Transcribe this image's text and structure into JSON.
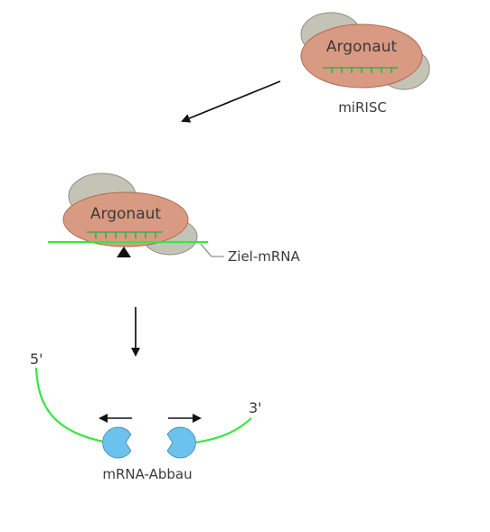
{
  "complex_top": {
    "protein": "Argonaut",
    "caption": "miRISC"
  },
  "complex_middle": {
    "protein": "Argonaut",
    "target_label": "Ziel-mRNA"
  },
  "degradation": {
    "five_prime": "5'",
    "three_prime": "3'",
    "caption": "mRNA-Abbau"
  },
  "colors": {
    "argonaut_fill": "#d89a82",
    "argonaut_stroke": "#b06a52",
    "grey_protein_fill": "#c3c3b6",
    "grey_protein_stroke": "#8e8e84",
    "mirna_green": "#2fb34a",
    "mrna_green": "#37e640",
    "exonuclease_blue": "#6cc2ee",
    "arrow": "#111111"
  }
}
